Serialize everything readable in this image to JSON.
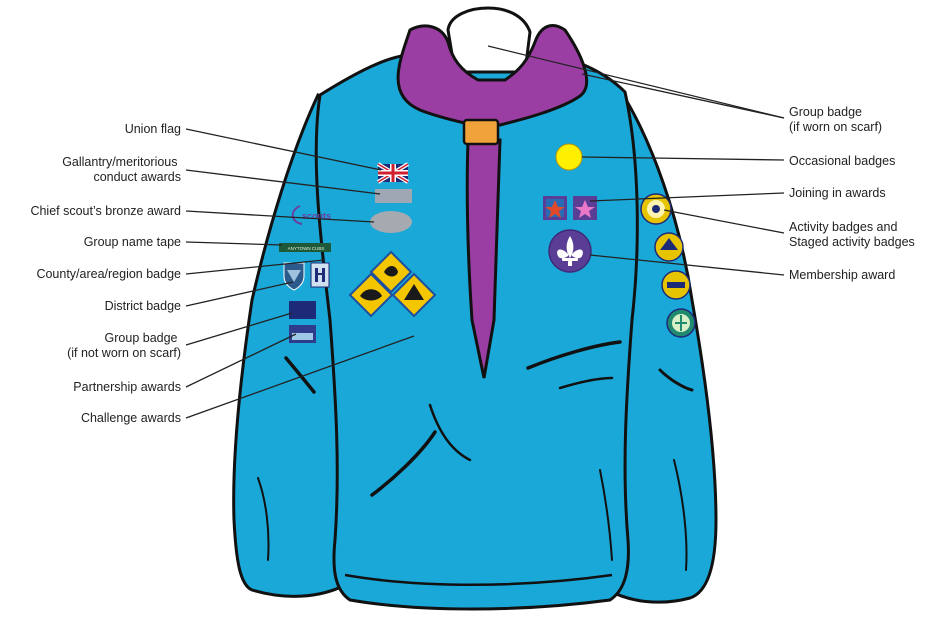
{
  "colors": {
    "jumper": "#1aa8d8",
    "scarf": "#9a3ea3",
    "woggle": "#f2a23a",
    "outline": "#111111",
    "badge_yellow": "#fff000",
    "badge_purple": "#5a3e96",
    "badge_navy": "#1d2a78",
    "leader_line": "#222222"
  },
  "labels_left": [
    {
      "id": "union-flag",
      "lines": [
        "Union flag"
      ]
    },
    {
      "id": "gallantry",
      "lines": [
        "Gallantry/meritorious",
        "conduct awards"
      ]
    },
    {
      "id": "chief-scout-bronze",
      "lines": [
        "Chief scout’s bronze award"
      ]
    },
    {
      "id": "group-name-tape",
      "lines": [
        "Group name tape"
      ]
    },
    {
      "id": "county-badge",
      "lines": [
        "County/area/region badge"
      ]
    },
    {
      "id": "district-badge",
      "lines": [
        "District badge"
      ]
    },
    {
      "id": "group-badge-left",
      "lines": [
        "Group badge",
        "(if not worn on scarf)"
      ]
    },
    {
      "id": "partnership-awards",
      "lines": [
        "Partnership awards"
      ]
    },
    {
      "id": "challenge-awards",
      "lines": [
        "Challenge awards"
      ]
    }
  ],
  "labels_right": [
    {
      "id": "group-badge-right",
      "lines": [
        "Group badge",
        "(if worn on scarf)"
      ]
    },
    {
      "id": "occasional-badges",
      "lines": [
        "Occasional badges"
      ]
    },
    {
      "id": "joining-in-awards",
      "lines": [
        "Joining in awards"
      ]
    },
    {
      "id": "activity-badges",
      "lines": [
        "Activity badges and",
        "Staged activity badges"
      ]
    },
    {
      "id": "membership-award",
      "lines": [
        "Membership award"
      ]
    }
  ],
  "badge_text": {
    "scouts_logo": "scouts",
    "name_tape": "ANYTOWN CUBS"
  },
  "icons": {
    "union_flag": "union-flag-icon",
    "fleur_de_lis": "fleur-de-lis-icon",
    "joining_star": "star-icon"
  }
}
